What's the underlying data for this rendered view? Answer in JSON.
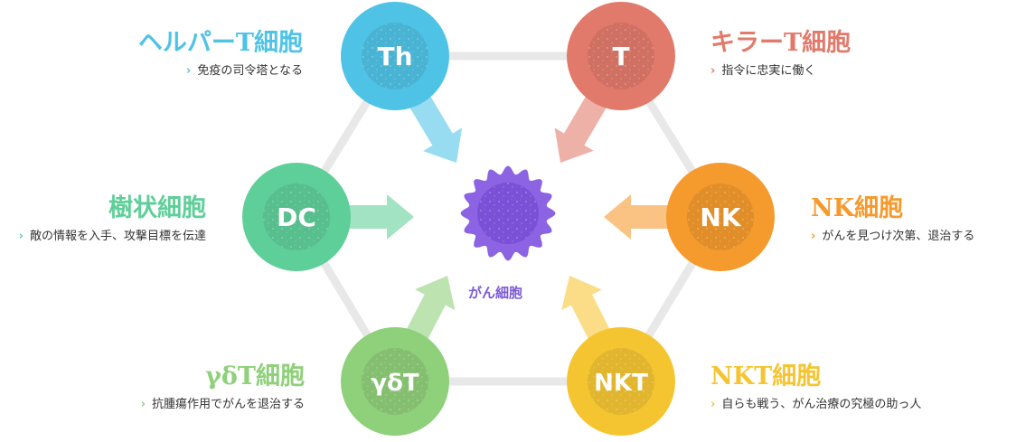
{
  "center": {
    "label": "がん細胞",
    "color": "#7f5ad8"
  },
  "cells": [
    {
      "id": "th",
      "abbr": "Th",
      "title": "ヘルパーT細胞",
      "desc": "免疫の司令塔となる",
      "color": "#4fc3e6",
      "side": "left"
    },
    {
      "id": "t",
      "abbr": "T",
      "title": "キラーT細胞",
      "desc": "指令に忠実に働く",
      "color": "#e27a6b",
      "side": "right"
    },
    {
      "id": "dc",
      "abbr": "DC",
      "title": "樹状細胞",
      "desc": "敵の情報を入手、攻撃目標を伝達",
      "color": "#5fcf99",
      "side": "left"
    },
    {
      "id": "nk",
      "abbr": "NK",
      "title": "NK細胞",
      "desc": "がんを見つけ次第、退治する",
      "color": "#f59a2d",
      "side": "right"
    },
    {
      "id": "gdt",
      "abbr": "γδT",
      "title": "γδT細胞",
      "desc": "抗腫瘍作用でがんを退治する",
      "color": "#8fd07a",
      "side": "left"
    },
    {
      "id": "nkt",
      "abbr": "NKT",
      "title": "NKT細胞",
      "desc": "自らも戦う、がん治療の究極の助っ人",
      "color": "#f5c531",
      "side": "right"
    }
  ]
}
